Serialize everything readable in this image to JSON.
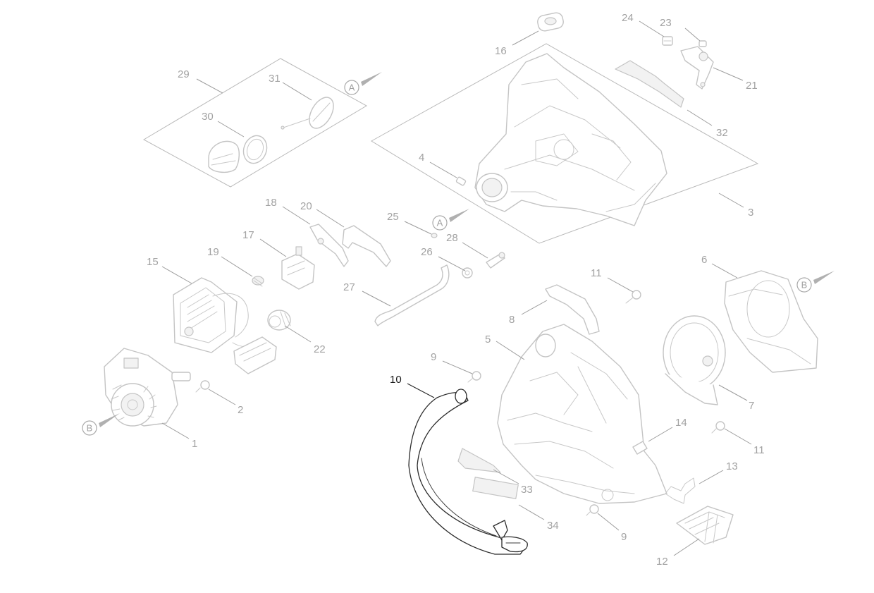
{
  "diagram": {
    "highlighted_part": "10",
    "colors": {
      "line": "#c4c4c4",
      "label": "#a2a2a2",
      "highlight": "#1a1a1a"
    },
    "callouts": {
      "p1": "1",
      "p2": "2",
      "p3": "3",
      "p4": "4",
      "p5": "5",
      "p6": "6",
      "p7": "7",
      "p8": "8",
      "p9a": "9",
      "p9b": "9",
      "p10": "10",
      "p11a": "11",
      "p11b": "11",
      "p12": "12",
      "p13": "13",
      "p14": "14",
      "p15": "15",
      "p16": "16",
      "p17": "17",
      "p18": "18",
      "p19": "19",
      "p20": "20",
      "p21": "21",
      "p22": "22",
      "p23": "23",
      "p24": "24",
      "p25": "25",
      "p26": "26",
      "p27": "27",
      "p28": "28",
      "p29": "29",
      "p30": "30",
      "p31": "31",
      "p32": "32",
      "p33": "33",
      "p34": "34"
    },
    "reference_marks": {
      "a1": "A",
      "a2": "A",
      "b1": "B",
      "b2": "B"
    }
  }
}
